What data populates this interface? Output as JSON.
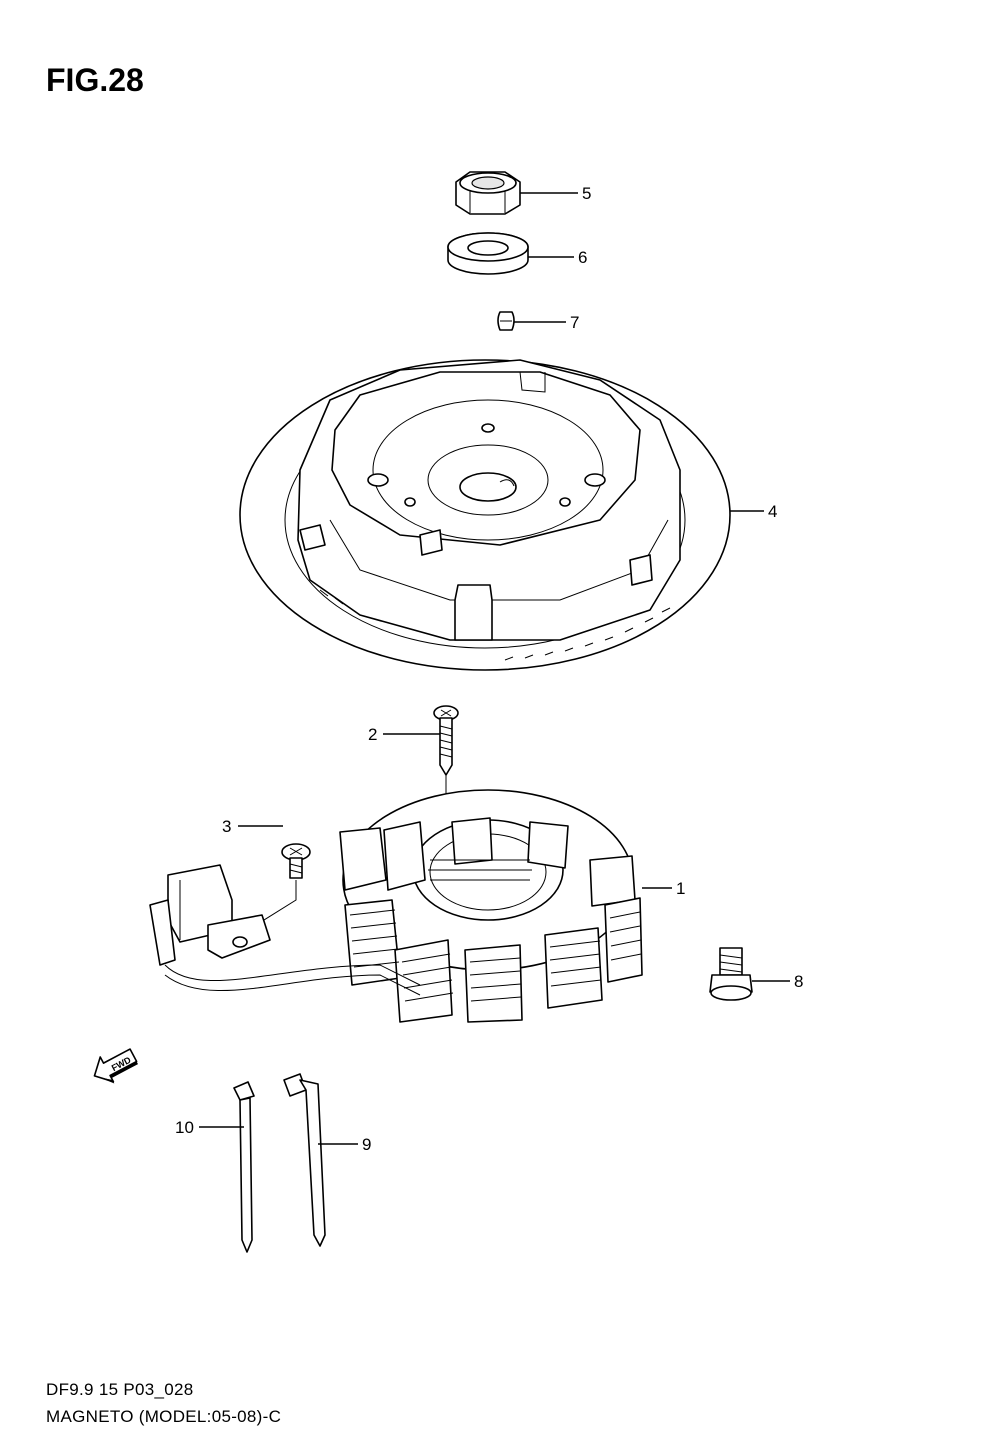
{
  "figure": {
    "title": "FIG.28"
  },
  "callouts": [
    {
      "id": "part-1",
      "label": "1"
    },
    {
      "id": "part-2",
      "label": "2"
    },
    {
      "id": "part-3",
      "label": "3"
    },
    {
      "id": "part-4",
      "label": "4"
    },
    {
      "id": "part-5",
      "label": "5"
    },
    {
      "id": "part-6",
      "label": "6"
    },
    {
      "id": "part-7",
      "label": "7"
    },
    {
      "id": "part-8",
      "label": "8"
    },
    {
      "id": "part-9",
      "label": "9"
    },
    {
      "id": "part-10",
      "label": "10"
    }
  ],
  "direction_marker": {
    "text": "FWD",
    "icon": "fwd-arrow-icon"
  },
  "footer": {
    "code": "DF9.9 15 P03_028",
    "name": "MAGNETO (MODEL:05-08)-C"
  }
}
